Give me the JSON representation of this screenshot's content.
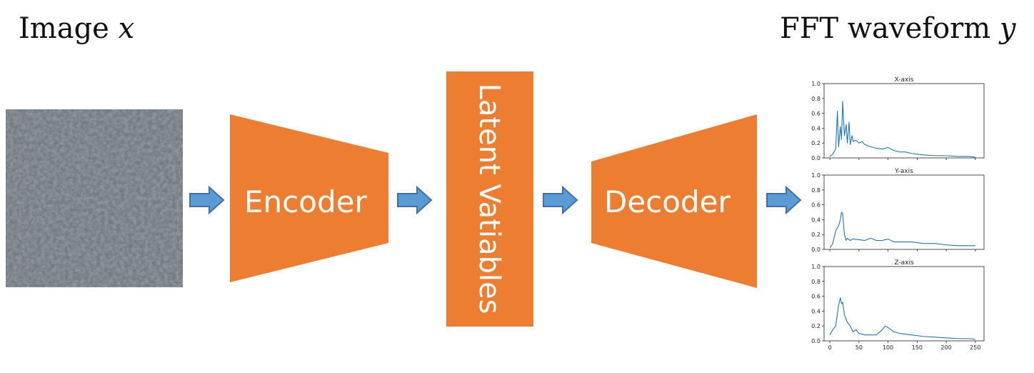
{
  "headings": {
    "input_prefix": "Image ",
    "input_var": "x",
    "output_prefix": "FFT waveform ",
    "output_var": "y"
  },
  "blocks": {
    "encoder": "Encoder",
    "latent": "Latent Vatiables",
    "decoder": "Decoder"
  },
  "colors": {
    "block_fill": "#ED7D31",
    "arrow_fill": "#5B9BD5",
    "arrow_stroke": "#41719C",
    "line_color": "#1f77b4",
    "text": "#111111"
  },
  "icons": {
    "input_image": "gravel-texture-image",
    "arrows": "right-arrow-icon"
  },
  "chart_data": {
    "type": "line",
    "panels": [
      {
        "title": "X-axis",
        "xlim": [
          -10,
          265
        ],
        "ylim": [
          0,
          1.0
        ],
        "yticks": [
          "0.0",
          "0.2",
          "0.4",
          "0.6",
          "0.8",
          "1.0"
        ],
        "x": [
          0,
          5,
          10,
          13,
          15,
          18,
          20,
          22,
          25,
          28,
          30,
          33,
          35,
          38,
          40,
          45,
          50,
          55,
          60,
          70,
          80,
          90,
          100,
          110,
          120,
          130,
          140,
          160,
          180,
          200,
          220,
          240,
          250
        ],
        "y": [
          0.02,
          0.05,
          0.12,
          0.63,
          0.15,
          0.42,
          0.25,
          0.76,
          0.3,
          0.45,
          0.2,
          0.48,
          0.18,
          0.3,
          0.22,
          0.24,
          0.2,
          0.22,
          0.18,
          0.15,
          0.13,
          0.12,
          0.14,
          0.1,
          0.08,
          0.08,
          0.06,
          0.04,
          0.03,
          0.03,
          0.02,
          0.02,
          0.01
        ]
      },
      {
        "title": "Y-axis",
        "xlim": [
          -10,
          265
        ],
        "ylim": [
          0,
          1.0
        ],
        "yticks": [
          "0.0",
          "0.2",
          "0.4",
          "0.6",
          "0.8",
          "1.0"
        ],
        "x": [
          0,
          5,
          10,
          15,
          18,
          20,
          22,
          25,
          28,
          30,
          35,
          40,
          50,
          60,
          70,
          80,
          90,
          100,
          110,
          120,
          140,
          160,
          180,
          200,
          220,
          240,
          250
        ],
        "y": [
          0.02,
          0.08,
          0.25,
          0.32,
          0.4,
          0.5,
          0.48,
          0.2,
          0.12,
          0.15,
          0.12,
          0.14,
          0.13,
          0.12,
          0.15,
          0.12,
          0.12,
          0.14,
          0.1,
          0.1,
          0.1,
          0.08,
          0.08,
          0.06,
          0.05,
          0.05,
          0.05
        ]
      },
      {
        "title": "Z-axis",
        "xlim": [
          -10,
          265
        ],
        "ylim": [
          0,
          1.0
        ],
        "yticks": [
          "0.0",
          "0.2",
          "0.4",
          "0.6",
          "0.8",
          "1.0"
        ],
        "xticks": [
          "0",
          "50",
          "100",
          "150",
          "200",
          "250"
        ],
        "x": [
          0,
          5,
          10,
          15,
          18,
          20,
          22,
          25,
          30,
          35,
          40,
          45,
          50,
          60,
          70,
          80,
          90,
          95,
          100,
          110,
          120,
          140,
          160,
          180,
          200,
          220,
          240,
          250
        ],
        "y": [
          0.08,
          0.15,
          0.2,
          0.48,
          0.58,
          0.5,
          0.52,
          0.35,
          0.25,
          0.2,
          0.12,
          0.15,
          0.1,
          0.08,
          0.08,
          0.08,
          0.15,
          0.2,
          0.18,
          0.12,
          0.1,
          0.08,
          0.06,
          0.05,
          0.04,
          0.03,
          0.03,
          0.02
        ]
      }
    ]
  }
}
